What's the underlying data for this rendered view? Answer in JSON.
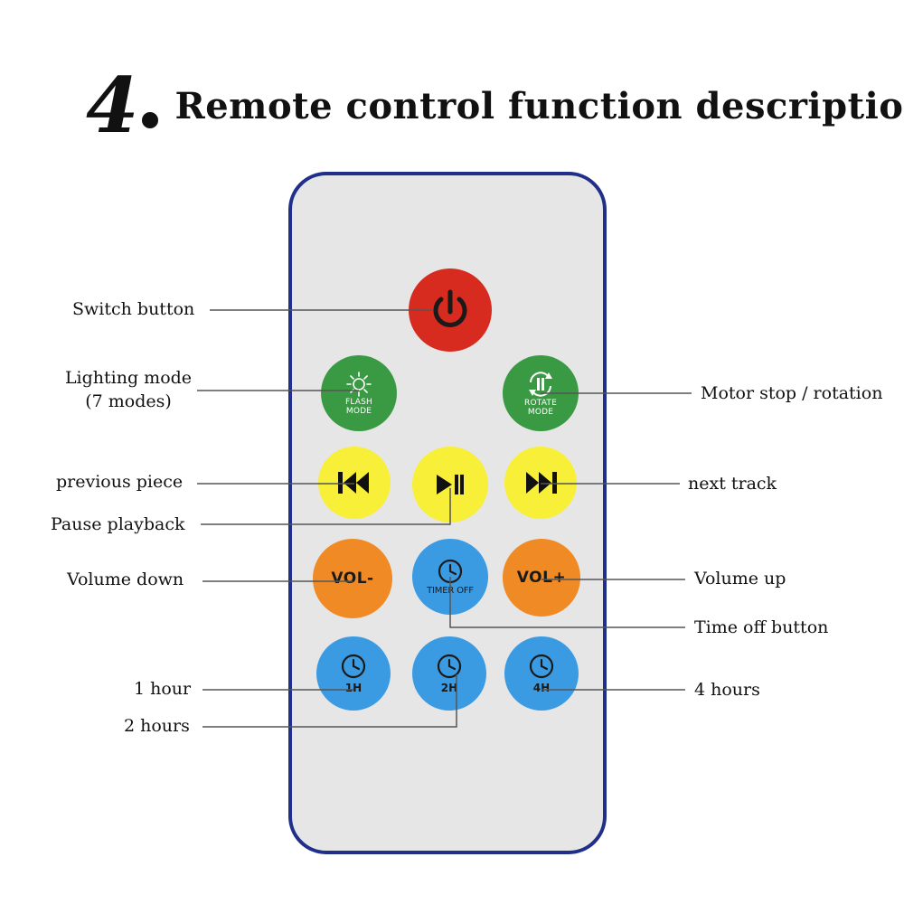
{
  "title": {
    "number": "4",
    "text": "Remote control function description"
  },
  "colors": {
    "frame": "#1f2f8a",
    "body": "#e6e6e6",
    "power": "#d62b1e",
    "green": "#3a9a43",
    "yellow": "#f7ef38",
    "orange": "#ef8a24",
    "blue": "#3b9be2"
  },
  "buttons": {
    "power": {
      "icon": "power-icon"
    },
    "flash": {
      "icon": "sun-icon",
      "line1": "FLASH",
      "line2": "MODE"
    },
    "rotate": {
      "icon": "rotate-pause-icon",
      "line1": "ROTATE",
      "line2": "MODE"
    },
    "prev": {
      "icon": "previous-track-icon"
    },
    "play": {
      "icon": "play-pause-icon"
    },
    "next": {
      "icon": "next-track-icon"
    },
    "vol_down": {
      "label": "VOL-"
    },
    "timer_off": {
      "icon": "clock-icon",
      "label": "TIMER OFF"
    },
    "vol_up": {
      "label": "VOL+"
    },
    "h1": {
      "icon": "clock-icon",
      "label": "1H"
    },
    "h2": {
      "icon": "clock-icon",
      "label": "2H"
    },
    "h4": {
      "icon": "clock-icon",
      "label": "4H"
    }
  },
  "labels": {
    "switch": "Switch button",
    "lighting_1": "Lighting mode",
    "lighting_2": "(7 modes)",
    "motor": "Motor stop / rotation",
    "previous": "previous piece",
    "pause": "Pause playback",
    "next": "next track",
    "vol_down": "Volume down",
    "vol_up": "Volume up",
    "time_off": "Time off button",
    "one_hour": "1 hour",
    "two_hours": "2 hours",
    "four_hours": "4 hours"
  }
}
